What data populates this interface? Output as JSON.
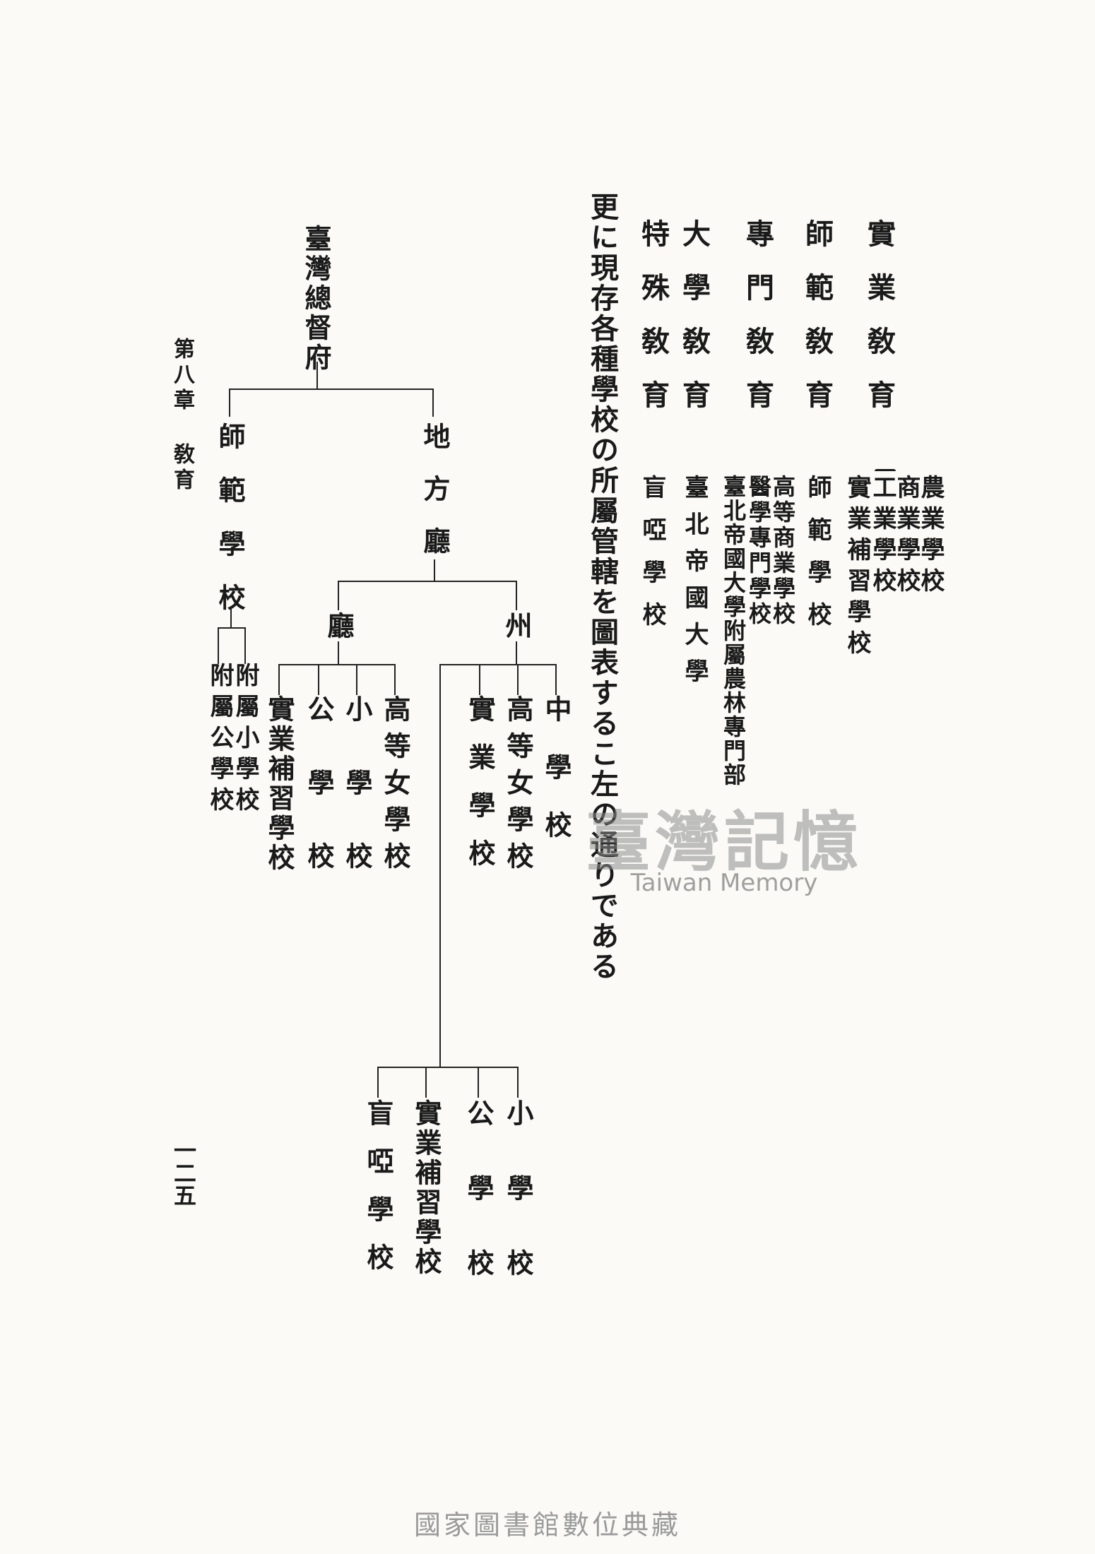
{
  "categories": {
    "jitsugyo": {
      "title": "實業敎育",
      "items": [
        "農業學校",
        "商業學校",
        "工業學校",
        "實業補習學校"
      ]
    },
    "shihan": {
      "title": "師範敎育",
      "item": "師範學校"
    },
    "senmon": {
      "title": "專門敎育",
      "items": [
        "高等商業學校",
        "醫學專門學校"
      ]
    },
    "daigaku": {
      "title": "大學敎育",
      "items": [
        "臺北帝國大學",
        "臺北帝國大學附屬農林專門部"
      ]
    },
    "tokushu": {
      "title": "特殊敎育",
      "item": "盲啞學校"
    }
  },
  "intro": "更に現存各種學校の所屬管轄を圖表するこ左の通りである",
  "chart": {
    "root": "臺灣總督府",
    "shihan": "師範學校",
    "shihan_children": [
      "附屬小學校",
      "附屬公學校"
    ],
    "chiho": "地方廳",
    "cho": "廳",
    "cho_children": [
      "高等女學校",
      "小學校",
      "公學校",
      "實業補習學校"
    ],
    "shu": "州",
    "shu_children": [
      "中學校",
      "高等女學校",
      "實業學校"
    ],
    "bottom_children": [
      "小學校",
      "公學校",
      "實業補習學校",
      "盲啞學校"
    ]
  },
  "running_head": "第八章 敎育",
  "page_number": "一二五",
  "watermark": {
    "title": "臺灣記憶",
    "subtitle": "Taiwan Memory"
  },
  "footer": "國家圖書館數位典藏"
}
